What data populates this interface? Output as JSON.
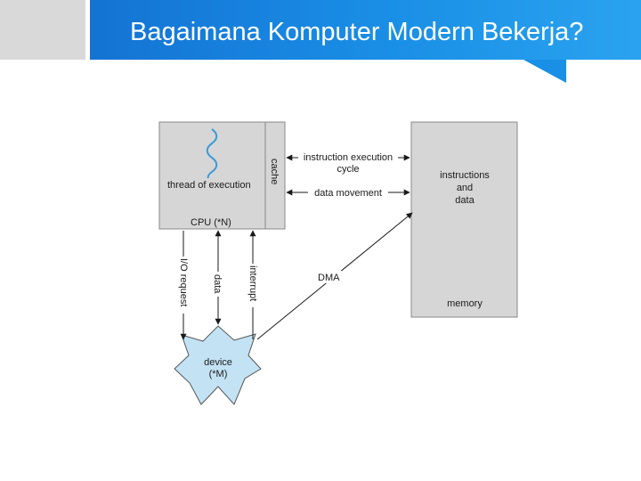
{
  "slide": {
    "title": "Bagaimana Komputer Modern Bekerja?"
  },
  "diagram": {
    "cpu": {
      "thread_label": "thread of execution",
      "cache_label": "cache",
      "cpu_label": "CPU (*N)"
    },
    "memory": {
      "line1": "instructions",
      "line2": "and",
      "line3": "data",
      "memory_label": "memory"
    },
    "device": {
      "line1": "device",
      "line2": "(*M)"
    },
    "arrows": {
      "instruction_line1": "instruction execution",
      "instruction_line2": "cycle",
      "data_movement": "data movement",
      "io_request": "I/O request",
      "data": "data",
      "interrupt": "interrupt",
      "dma": "DMA"
    },
    "colors": {
      "box_fill": "#d6d6d6",
      "device_fill": "#c3e3f5",
      "wave": "#3a9bd9",
      "header": "#1a8fe6"
    }
  }
}
